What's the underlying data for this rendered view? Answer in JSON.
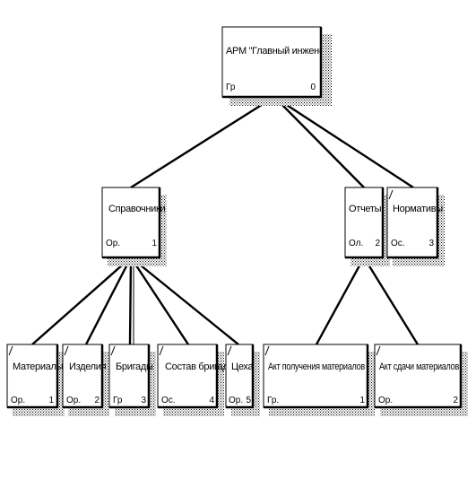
{
  "diagram": {
    "root": {
      "name": "АРМ \"Главный инженер\"",
      "code": "Гр",
      "number": "0"
    },
    "level1": [
      {
        "name": "Справочники",
        "code": "Ор.",
        "number": "1"
      },
      {
        "name": "Отчеты",
        "code": "Ол.",
        "number": "2"
      },
      {
        "name": "Нормативы",
        "code": "Ос.",
        "number": "3"
      }
    ],
    "level2": [
      {
        "name": "Материалы",
        "code": "Ор.",
        "number": "1"
      },
      {
        "name": "Изделия",
        "code": "Ор.",
        "number": "2"
      },
      {
        "name": "Бригады",
        "code": "Гр",
        "number": "3"
      },
      {
        "name": "Состав бригад",
        "code": "Ос.",
        "number": "4"
      },
      {
        "name": "Цеха",
        "code": "Ор.",
        "number": "5"
      },
      {
        "name": "Акт получения материалов",
        "code": "Гр.",
        "number": "1"
      },
      {
        "name": "Акт сдачи материалов",
        "code": "Ор.",
        "number": "2"
      }
    ]
  }
}
